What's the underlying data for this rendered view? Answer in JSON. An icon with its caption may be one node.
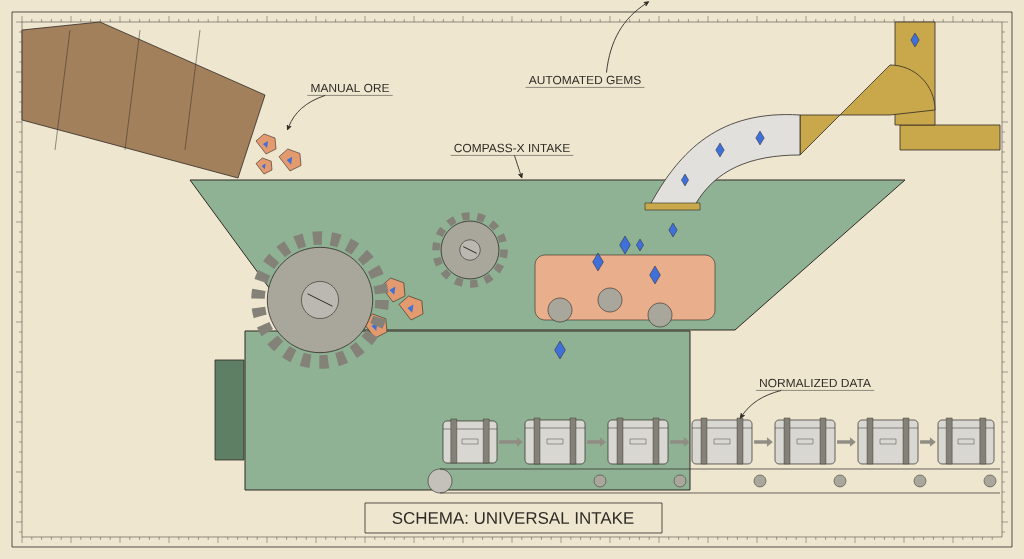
{
  "diagram": {
    "title": "SCHEMA: UNIVERSAL INTAKE",
    "nodes": [
      {
        "text": [
          "MANUAL ORE"
        ]
      },
      {
        "text": [],
        "shape": "picture"
      },
      {
        "text": [
          "COMPASS-X INTAKE"
        ]
      },
      {
        "text": [],
        "shape": "picture"
      },
      {
        "text": [
          "AUTOMATED GEMS"
        ]
      },
      {
        "text": [],
        "shape": "picture"
      },
      {
        "text": [
          "NORMALIZED DATA"
        ]
      },
      {
        "text": [],
        "shape": "box"
      },
      {
        "text": [],
        "shape": "box"
      },
      {
        "text": [],
        "shape": "box"
      },
      {
        "text": [],
        "shape": "box"
      },
      {
        "text": [],
        "shape": "box"
      },
      {
        "text": [],
        "shape": "box"
      },
      {
        "text": [],
        "shape": "box"
      }
    ],
    "edges": [
      {
        "from": 0,
        "to": 1,
        "arrow": "to",
        "color": "#2e2a24"
      },
      {
        "from": 2,
        "to": 3,
        "arrow": "to",
        "color": "#2e2a24"
      },
      {
        "from": 4,
        "to": 5,
        "arrow": "to",
        "color": "#2e2a24"
      },
      {
        "from": 6,
        "to": 10,
        "arrow": "to",
        "color": "#2e2a24"
      },
      {
        "from": 7,
        "to": 8,
        "arrow": "to"
      },
      {
        "from": 8,
        "to": 9,
        "arrow": "to"
      },
      {
        "from": 9,
        "to": 10,
        "arrow": "to"
      },
      {
        "from": 10,
        "to": 11,
        "arrow": "to"
      },
      {
        "from": 11,
        "to": 12,
        "arrow": "to"
      },
      {
        "from": 12,
        "to": 13,
        "arrow": "to"
      }
    ]
  }
}
